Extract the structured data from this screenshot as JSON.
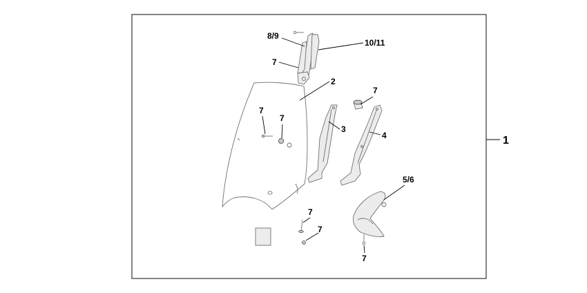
{
  "callouts": {
    "assembly": "1",
    "windscreen": "2",
    "left_stay": "3",
    "right_stay": "4",
    "lower_cover": "5/6",
    "upper_bracket": "8/9",
    "bracket_plate": "10/11",
    "fastener_bracket": "7",
    "fastener_cap": "7",
    "fastener_screen_screw": "7",
    "fastener_screen_washer": "7",
    "fastener_bolt_lower": "7",
    "fastener_washer_lower": "7",
    "fastener_cover": "7"
  }
}
